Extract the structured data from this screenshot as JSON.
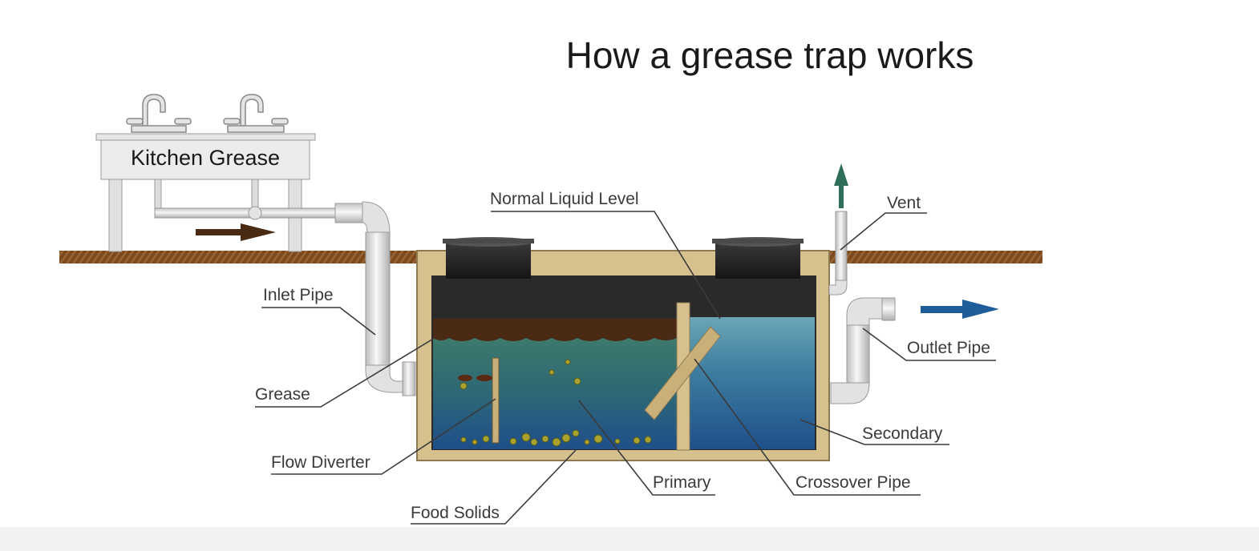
{
  "title": "How a grease trap works",
  "sink": {
    "label": "Kitchen Grease"
  },
  "labels": {
    "normal_liquid_level": "Normal Liquid Level",
    "vent": "Vent",
    "inlet_pipe": "Inlet Pipe",
    "outlet_pipe": "Outlet Pipe",
    "grease": "Grease",
    "secondary": "Secondary",
    "flow_diverter": "Flow Diverter",
    "primary": "Primary",
    "crossover_pipe": "Crossover Pipe",
    "food_solids": "Food Solids"
  },
  "colors": {
    "ground": "#7a4a1e",
    "concrete": "#d6c08e",
    "lid": "#2a2a2a",
    "grease_layer": "#4a2a14",
    "water_primary_top": "#3e7a6a",
    "water_bottom": "#1f4f8a",
    "water_secondary_top": "#6aa6b6",
    "flow_arrow": "#4a2a14",
    "outlet_arrow": "#1f5c9a",
    "vent_arrow": "#2f6e5a",
    "pipe": "#e2e2e2"
  }
}
